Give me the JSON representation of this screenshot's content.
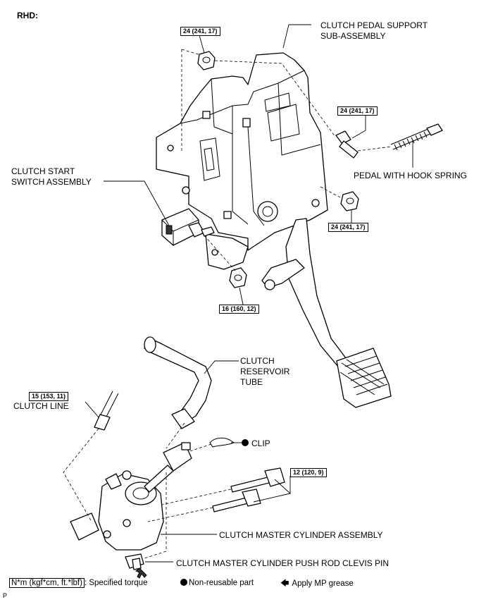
{
  "header": {
    "title": "RHD:"
  },
  "labels": {
    "pedal_support": [
      "CLUTCH PEDAL SUPPORT",
      "SUB-ASSEMBLY"
    ],
    "hook_spring": "PEDAL WITH HOOK SPRING",
    "start_switch": [
      "CLUTCH START",
      "SWITCH ASSEMBLY"
    ],
    "reservoir_tube": [
      "CLUTCH",
      "RESERVOIR",
      "TUBE"
    ],
    "clutch_line": "CLUTCH LINE",
    "clip": "CLIP",
    "master_cylinder": "CLUTCH MASTER CYLINDER ASSEMBLY",
    "clevis_pin": "CLUTCH MASTER CYLINDER PUSH ROD CLEVIS PIN"
  },
  "torques": {
    "top_nut": "24 (241, 17)",
    "bolt_right": "24 (241, 17)",
    "nut_right": "24 (241, 17)",
    "nut_bottom": "16 (160, 12)",
    "clutch_line": "15 (153, 11)",
    "cylinder_bolts": "12 (120, 9)"
  },
  "legend": {
    "torque_unit": "N*m (kgf*cm, ft.*lbf)",
    "torque_desc": ": Specified torque",
    "non_reusable": "Non-reusable part",
    "grease": "Apply MP grease"
  },
  "footer": {
    "code": "P"
  },
  "icons": [
    "non-reusable-dot-icon",
    "grease-arrow-icon"
  ]
}
